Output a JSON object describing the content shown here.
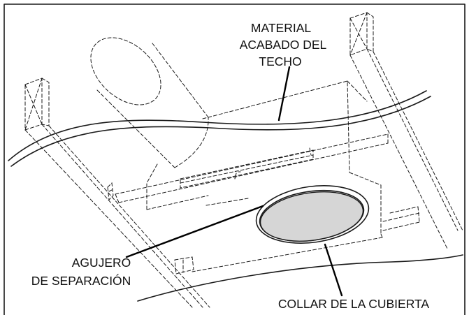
{
  "labels": {
    "ceiling_material": [
      "MATERIAL",
      "ACABADO DEL",
      "TECHO"
    ],
    "clearance_hole": [
      "AGUJERO",
      "DE SEPARACIÓN"
    ],
    "cover_collar": "COLLAR DE LA CUBIERTA"
  },
  "colors": {
    "line": "#1a1a1a",
    "hole_fill": "#d6d6d6",
    "background": "#ffffff"
  }
}
